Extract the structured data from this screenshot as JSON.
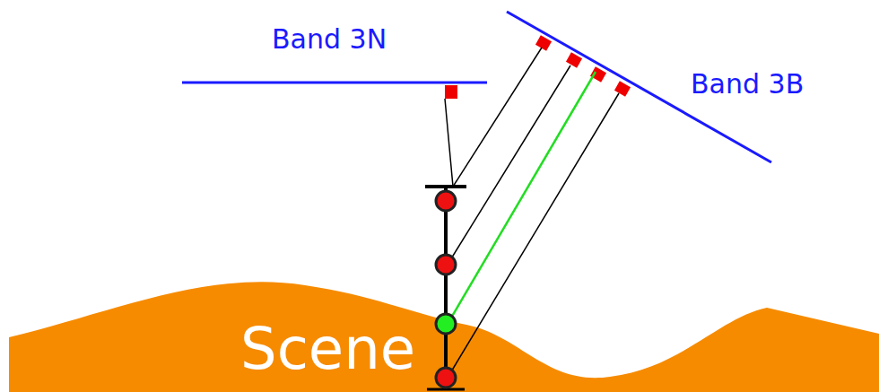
{
  "diagram": {
    "labels": [
      "Band 3N",
      "Band 3B",
      "Scene"
    ]
  }
}
